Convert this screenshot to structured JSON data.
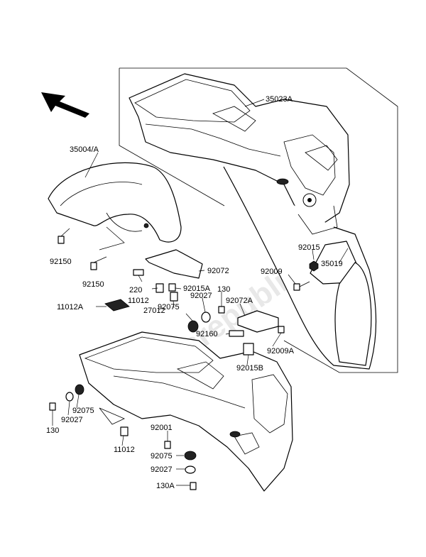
{
  "watermark": "Partsrepublik",
  "labels": {
    "l35023A": "35023A",
    "l35004A": "35004/A",
    "l92150a": "92150",
    "l92150b": "92150",
    "l92015a": "92015",
    "l35019": "35019",
    "l92009": "92009",
    "l92072": "92072",
    "l220": "220",
    "l11012a": "11012",
    "l92015A": "92015A",
    "l92027a": "92027",
    "l130a": "130",
    "l27012": "27012",
    "l92075a": "92075",
    "l92072A": "92072A",
    "l11012A": "11012A",
    "l92160": "92160",
    "l92009A": "92009A",
    "l92015B": "92015B",
    "l92075b": "92075",
    "l92027b": "92027",
    "l130b": "130",
    "l11012b": "11012",
    "l92001": "92001",
    "l92075c": "92075",
    "l92027c": "92027",
    "l130A": "130A"
  }
}
